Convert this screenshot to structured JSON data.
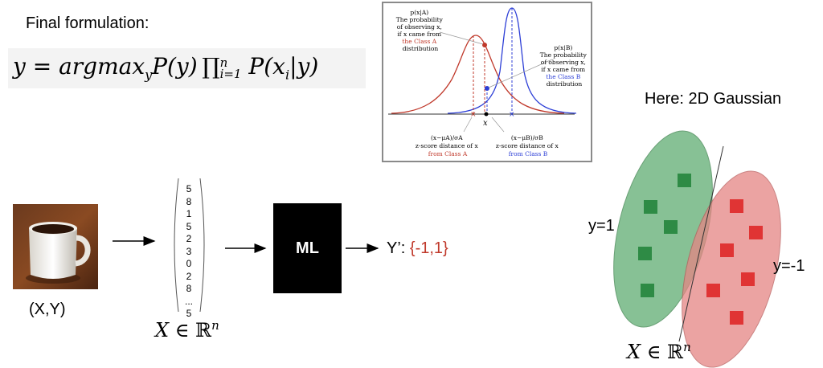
{
  "heading": "Final formulation:",
  "formula": "y = argmax_y P(y) ∏_{i=1}^{n} P(x_i|y)",
  "gaussian_inset": {
    "class_a_label": [
      "p(x|A)",
      "The probability",
      "of observing x,",
      "if x came from",
      "the Class A",
      "distribution"
    ],
    "class_b_label": [
      "p(x|B)",
      "The probability",
      "of observing x,",
      "if x came from",
      "the Class B",
      "distribution"
    ],
    "x_label": "x",
    "zscore_a": [
      "(x−μA)/σA",
      "z-score distance of x",
      "from Class A"
    ],
    "zscore_b": [
      "(x−μB)/σB",
      "z-score distance of x",
      "from Class B"
    ],
    "colors": {
      "class_a": "#c0392b",
      "class_b": "#2c3ed6"
    }
  },
  "right_title": "Here: 2D Gaussian",
  "input_label": "(X,Y)",
  "vector_values": [
    "5",
    "8",
    "1",
    "5",
    "2",
    "3",
    "0",
    "2",
    "8",
    "...",
    "5"
  ],
  "vector_space_label": "X ∈ ℝn",
  "ml_label": "ML",
  "output_prefix": "Y’: ",
  "output_set": "{-1,1}",
  "class_pos_label": "y=1",
  "class_neg_label": "y=-1",
  "space_label_right": "X ∈ ℝn",
  "colors": {
    "green": "#73b783",
    "red": "#e58584",
    "green_square": "#2e8b45",
    "red_square": "#e03434",
    "accent": "#c0392b"
  }
}
